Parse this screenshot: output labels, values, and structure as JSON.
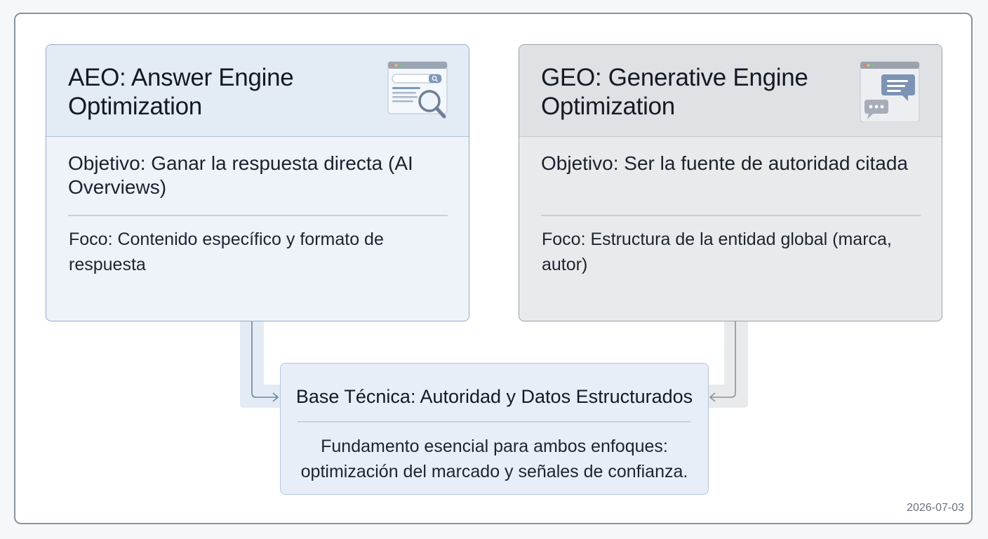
{
  "aeo_card": {
    "title": "AEO: Answer Engine Optimization",
    "objective": "Objetivo: Ganar la respuesta directa (AI Overviews)",
    "focus": "Foco: Contenido específico y formato de respuesta",
    "icon": "search-results-icon"
  },
  "geo_card": {
    "title": "GEO: Generative Engine Optimization",
    "objective": "Objetivo: Ser la fuente de autoridad citada",
    "focus": "Foco: Estructura de la entidad global (marca, autor)",
    "icon": "chat-bubbles-icon"
  },
  "base_card": {
    "title": "Base Técnica: Autoridad y Datos Estructurados",
    "description": "Fundamento esencial para ambos enfoques: optimización del marcado y señales de confianza."
  },
  "date": "2026-07-03",
  "colors": {
    "aeo_fill": "#eef3fa",
    "geo_fill": "#e9eaec",
    "base_fill": "#e8eef7",
    "connector_aeo": "#6f86a3",
    "connector_geo": "#8c929a"
  }
}
